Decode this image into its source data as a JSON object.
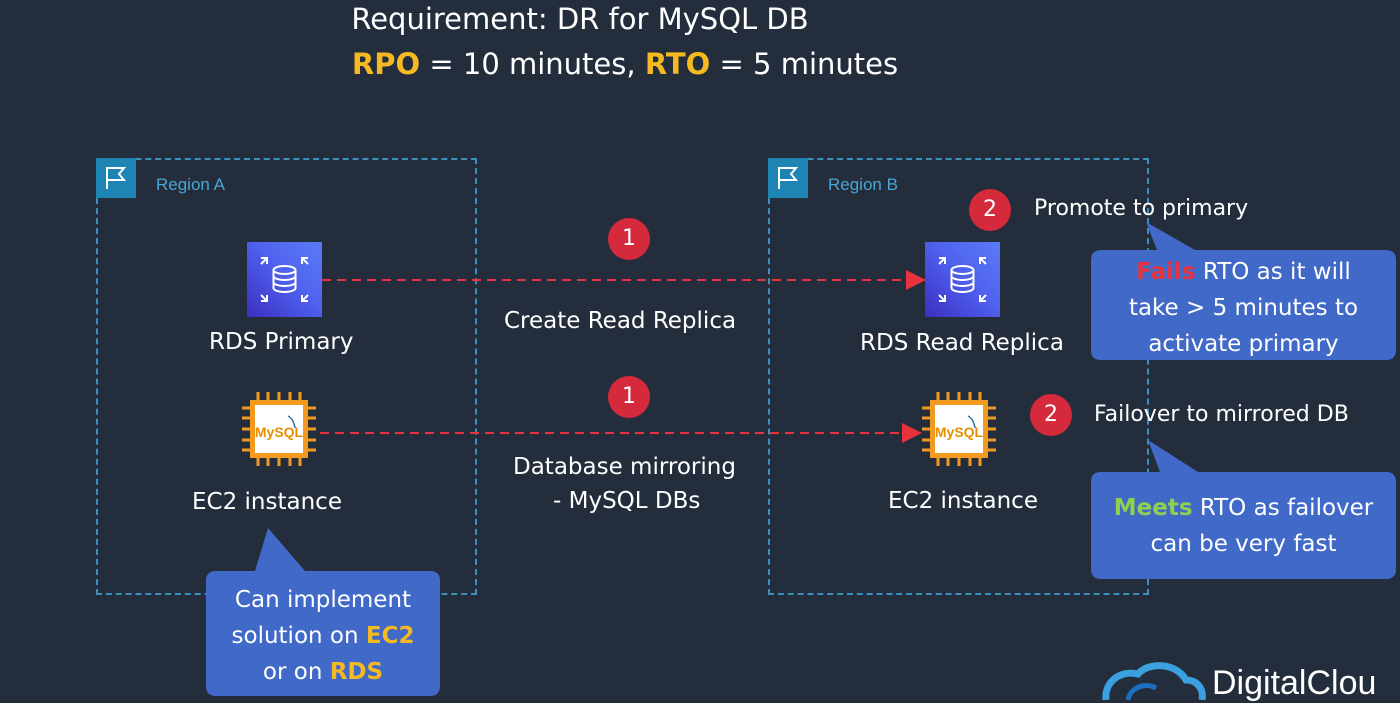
{
  "title": {
    "line1": "Requirement: DR for MySQL DB",
    "rpo": "RPO",
    "rpo_value": " = 10 minutes, ",
    "rto": "RTO",
    "rto_value": " = 5 minutes"
  },
  "regions": [
    {
      "label": "Region A"
    },
    {
      "label": "Region B"
    }
  ],
  "nodes": {
    "rds_primary": "RDS Primary",
    "ec2_a": "EC2 instance",
    "rds_replica": "RDS Read Replica",
    "ec2_b": "EC2 instance"
  },
  "steps": {
    "create_replica_num": "1",
    "create_replica_label": "Create Read Replica",
    "mirroring_num": "1",
    "mirroring_line1": "Database mirroring",
    "mirroring_line2": "- MySQL DBs",
    "promote_num": "2",
    "promote_label": "Promote to primary",
    "failover_num": "2",
    "failover_label": "Failover to mirrored DB"
  },
  "callouts": {
    "fails_word": "Fails",
    "fails_rest1": " RTO as it will",
    "fails_line2": "take > 5 minutes to",
    "fails_line3": "activate primary",
    "meets_word": "Meets",
    "meets_rest1": " RTO as failover",
    "meets_line2": "can be very fast",
    "ec2_line1": "Can implement",
    "ec2_line2_pre": "solution on ",
    "ec2_line2_hl": "EC2",
    "ec2_line3_pre": "or on ",
    "ec2_line3_hl": "RDS"
  },
  "icons": {
    "region_flag": "flag-icon",
    "rds": "rds-database-icon",
    "ec2_mysql": "mysql-chip-icon",
    "mysql_text": "MySQL",
    "brand_logo": "cloud-logo-icon"
  },
  "brand": "DigitalClou",
  "colors": {
    "background": "#242d3c",
    "accent_yellow": "#f5b921",
    "badge_red": "#d42a3c",
    "callout_blue": "#4169c8",
    "region_border": "#3d8fc0"
  }
}
